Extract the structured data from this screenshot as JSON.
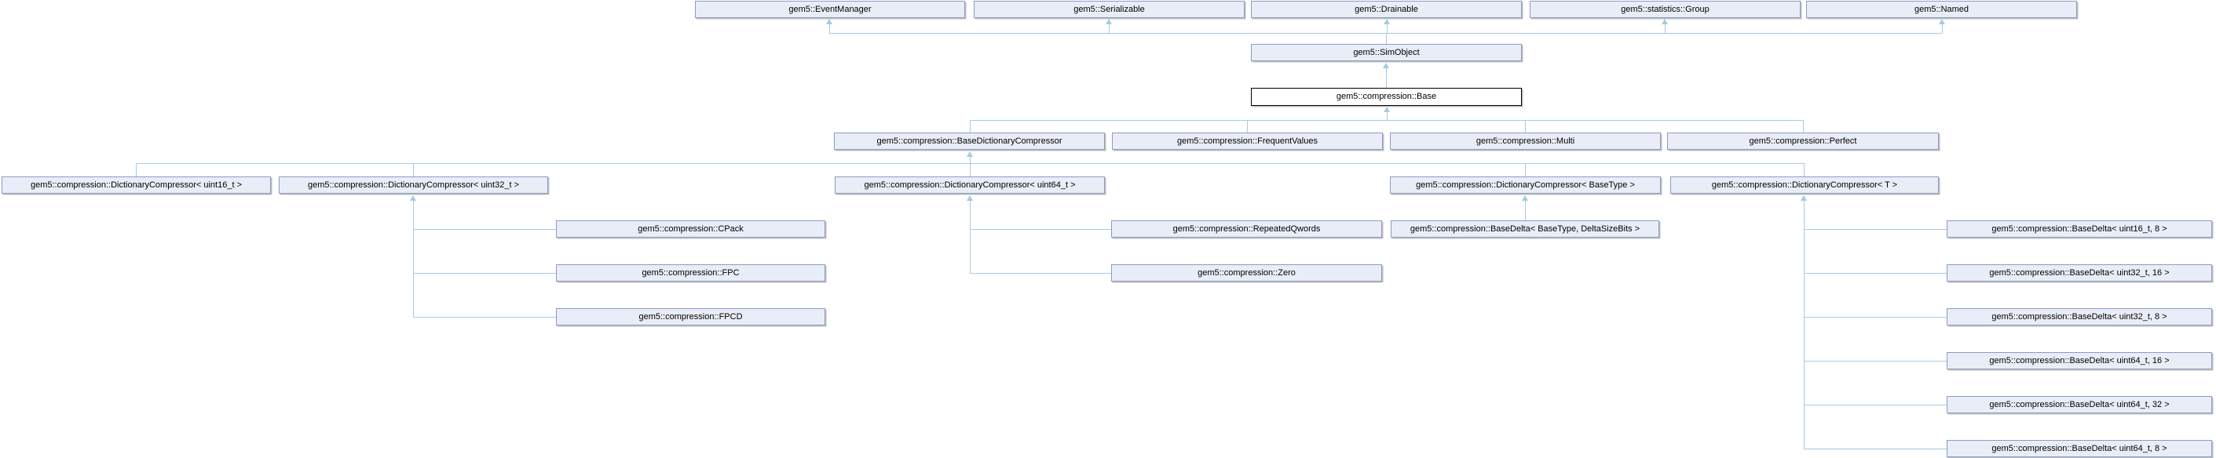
{
  "diagram": {
    "kind": "doxygen-inheritance-graph",
    "highlighted_node": "base",
    "colors": {
      "background": "#ffffff",
      "node_fill": "#e9edf7",
      "node_border": "#8d9bc1",
      "highlight_border": "#000000",
      "highlight_fill": "#ffffff",
      "edge": "#a5cbe3",
      "text": "#000000"
    },
    "nodes": [
      {
        "id": "eventmanager",
        "label": "gem5::EventManager",
        "highlighted": false
      },
      {
        "id": "serializable",
        "label": "gem5::Serializable",
        "highlighted": false
      },
      {
        "id": "drainable",
        "label": "gem5::Drainable",
        "highlighted": false
      },
      {
        "id": "stats-group",
        "label": "gem5::statistics::Group",
        "highlighted": false
      },
      {
        "id": "named",
        "label": "gem5::Named",
        "highlighted": false
      },
      {
        "id": "simobject",
        "label": "gem5::SimObject",
        "highlighted": false
      },
      {
        "id": "base",
        "label": "gem5::compression::Base",
        "highlighted": true
      },
      {
        "id": "basedictionarycompressor",
        "label": "gem5::compression::BaseDictionaryCompressor",
        "highlighted": false
      },
      {
        "id": "frequentvalues",
        "label": "gem5::compression::FrequentValues",
        "highlighted": false
      },
      {
        "id": "multi",
        "label": "gem5::compression::Multi",
        "highlighted": false
      },
      {
        "id": "perfect",
        "label": "gem5::compression::Perfect",
        "highlighted": false
      },
      {
        "id": "dc-uint16",
        "label": "gem5::compression::DictionaryCompressor< uint16_t >",
        "highlighted": false
      },
      {
        "id": "dc-uint32",
        "label": "gem5::compression::DictionaryCompressor< uint32_t >",
        "highlighted": false
      },
      {
        "id": "dc-uint64",
        "label": "gem5::compression::DictionaryCompressor< uint64_t >",
        "highlighted": false
      },
      {
        "id": "dc-basetype",
        "label": "gem5::compression::DictionaryCompressor< BaseType >",
        "highlighted": false
      },
      {
        "id": "dc-t",
        "label": "gem5::compression::DictionaryCompressor< T >",
        "highlighted": false
      },
      {
        "id": "cpack",
        "label": "gem5::compression::CPack",
        "highlighted": false
      },
      {
        "id": "repeatedqwords",
        "label": "gem5::compression::RepeatedQwords",
        "highlighted": false
      },
      {
        "id": "basedelta-basetype",
        "label": "gem5::compression::BaseDelta< BaseType, DeltaSizeBits >",
        "highlighted": false
      },
      {
        "id": "basedelta-u16-8",
        "label": "gem5::compression::BaseDelta< uint16_t, 8 >",
        "highlighted": false
      },
      {
        "id": "fpc",
        "label": "gem5::compression::FPC",
        "highlighted": false
      },
      {
        "id": "zero",
        "label": "gem5::compression::Zero",
        "highlighted": false
      },
      {
        "id": "basedelta-u32-16",
        "label": "gem5::compression::BaseDelta< uint32_t, 16 >",
        "highlighted": false
      },
      {
        "id": "fpcd",
        "label": "gem5::compression::FPCD",
        "highlighted": false
      },
      {
        "id": "basedelta-u32-8",
        "label": "gem5::compression::BaseDelta< uint32_t, 8 >",
        "highlighted": false
      },
      {
        "id": "basedelta-u64-16",
        "label": "gem5::compression::BaseDelta< uint64_t, 16 >",
        "highlighted": false
      },
      {
        "id": "basedelta-u64-32",
        "label": "gem5::compression::BaseDelta< uint64_t, 32 >",
        "highlighted": false
      },
      {
        "id": "basedelta-u64-8",
        "label": "gem5::compression::BaseDelta< uint64_t, 8 >",
        "highlighted": false
      }
    ],
    "edges": [
      {
        "derived": "simobject",
        "base": "eventmanager"
      },
      {
        "derived": "simobject",
        "base": "serializable"
      },
      {
        "derived": "simobject",
        "base": "drainable"
      },
      {
        "derived": "simobject",
        "base": "stats-group"
      },
      {
        "derived": "simobject",
        "base": "named"
      },
      {
        "derived": "base",
        "base": "simobject"
      },
      {
        "derived": "basedictionarycompressor",
        "base": "base"
      },
      {
        "derived": "frequentvalues",
        "base": "base"
      },
      {
        "derived": "multi",
        "base": "base"
      },
      {
        "derived": "perfect",
        "base": "base"
      },
      {
        "derived": "dc-uint16",
        "base": "basedictionarycompressor"
      },
      {
        "derived": "dc-uint32",
        "base": "basedictionarycompressor"
      },
      {
        "derived": "dc-uint64",
        "base": "basedictionarycompressor"
      },
      {
        "derived": "dc-basetype",
        "base": "basedictionarycompressor"
      },
      {
        "derived": "dc-t",
        "base": "basedictionarycompressor"
      },
      {
        "derived": "cpack",
        "base": "dc-uint32"
      },
      {
        "derived": "fpc",
        "base": "dc-uint32"
      },
      {
        "derived": "fpcd",
        "base": "dc-uint32"
      },
      {
        "derived": "repeatedqwords",
        "base": "dc-uint64"
      },
      {
        "derived": "zero",
        "base": "dc-uint64"
      },
      {
        "derived": "basedelta-basetype",
        "base": "dc-basetype"
      },
      {
        "derived": "basedelta-u16-8",
        "base": "dc-t"
      },
      {
        "derived": "basedelta-u32-16",
        "base": "dc-t"
      },
      {
        "derived": "basedelta-u32-8",
        "base": "dc-t"
      },
      {
        "derived": "basedelta-u64-16",
        "base": "dc-t"
      },
      {
        "derived": "basedelta-u64-32",
        "base": "dc-t"
      },
      {
        "derived": "basedelta-u64-8",
        "base": "dc-t"
      }
    ]
  }
}
